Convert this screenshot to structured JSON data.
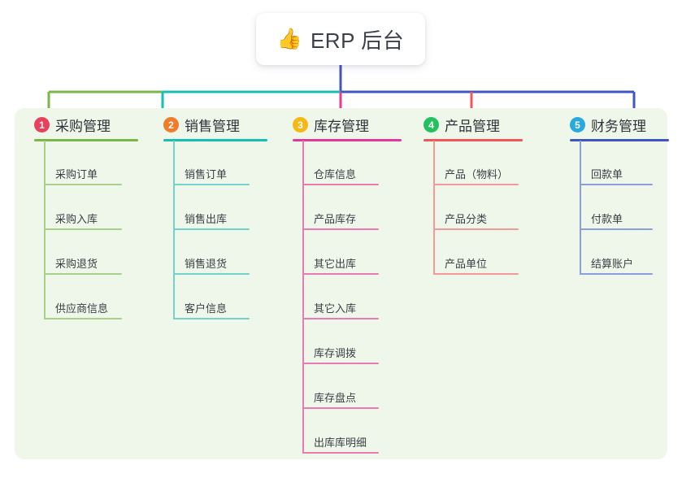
{
  "root": {
    "icon": "thumbs-up-icon",
    "emoji": "👍",
    "title": "ERP 后台"
  },
  "palette": {
    "panel_bg": "#eef7ea",
    "page_bg": "#ffffff",
    "root_text": "#3c4048",
    "bus_green": "#7bb648",
    "bus_teal": "#14bfb4",
    "bus_blue": "#4054c4"
  },
  "columns": [
    {
      "number": "1",
      "badge_color": "#e8415c",
      "line_color": "#7bb648",
      "leaf_line_color": "#a9cf8a",
      "title": "采购管理",
      "items": [
        "采购订单",
        "采购入库",
        "采购退货",
        "供应商信息"
      ]
    },
    {
      "number": "2",
      "badge_color": "#f07c2a",
      "line_color": "#14bfb4",
      "leaf_line_color": "#73d3cb",
      "title": "销售管理",
      "items": [
        "销售订单",
        "销售出库",
        "销售退货",
        "客户信息"
      ]
    },
    {
      "number": "3",
      "badge_color": "#f5b815",
      "line_color": "#e5389a",
      "leaf_line_color": "#ea7ab4",
      "title": "库存管理",
      "items": [
        "仓库信息",
        "产品库存",
        "其它出库",
        "其它入库",
        "库存调拨",
        "库存盘点",
        "出库库明细"
      ]
    },
    {
      "number": "4",
      "badge_color": "#22c05e",
      "line_color": "#f0565a",
      "leaf_line_color": "#f29a99",
      "title": "产品管理",
      "items": [
        "产品（物料）",
        "产品分类",
        "产品单位"
      ]
    },
    {
      "number": "5",
      "badge_color": "#29a9e0",
      "line_color": "#4054c4",
      "leaf_line_color": "#8d9edd",
      "title": "财务管理",
      "items": [
        "回款单",
        "付款单",
        "结算账户"
      ]
    }
  ]
}
